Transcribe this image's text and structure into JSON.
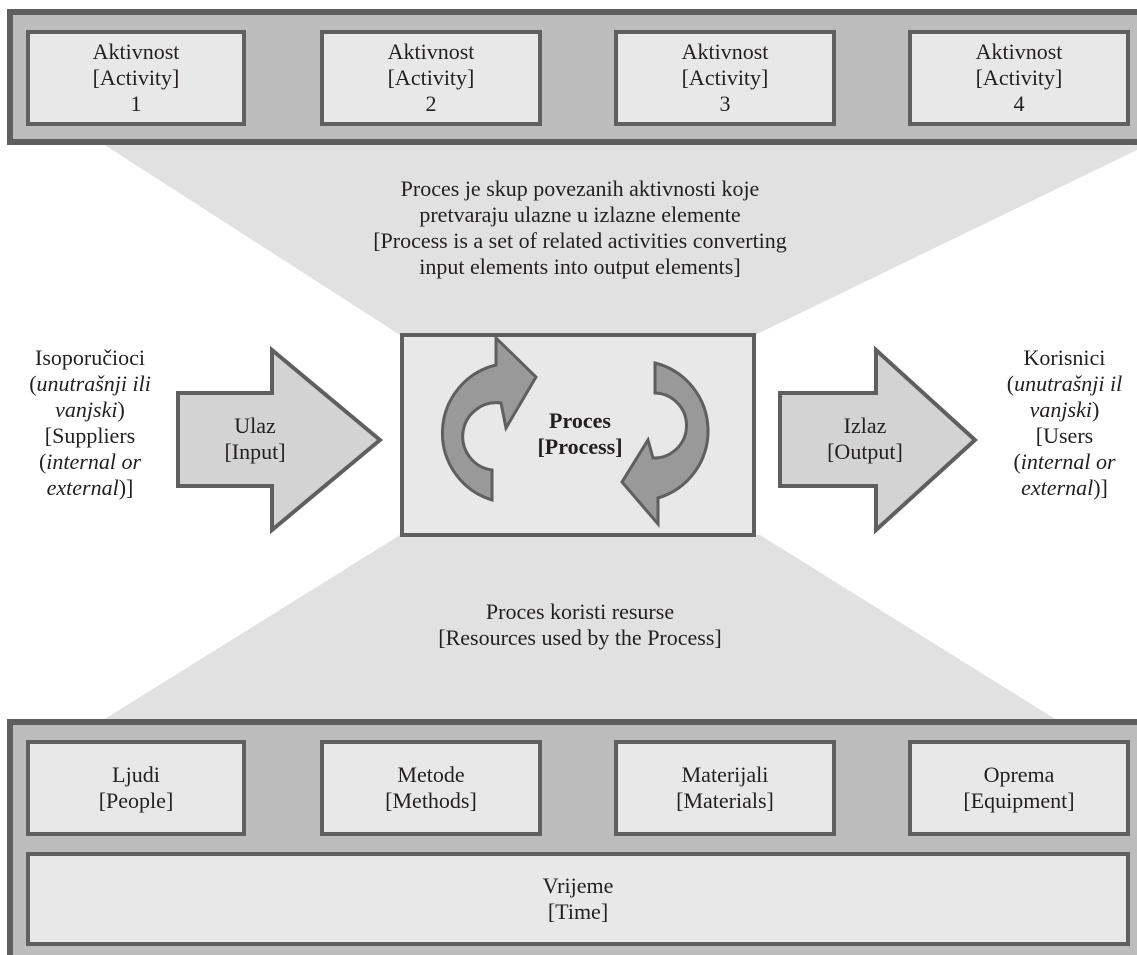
{
  "activities": [
    {
      "title": "Aktivnost",
      "english": "[Activity]",
      "number": "1"
    },
    {
      "title": "Aktivnost",
      "english": "[Activity]",
      "number": "2"
    },
    {
      "title": "Aktivnost",
      "english": "[Activity]",
      "number": "3"
    },
    {
      "title": "Aktivnost",
      "english": "[Activity]",
      "number": "4"
    }
  ],
  "process_definition": [
    "Proces je skup povezanih aktivnosti koje",
    "pretvaraju ulazne u izlazne elemente",
    "[Process is a set of related activities converting",
    "input elements into output elements]"
  ],
  "suppliers": {
    "line1": "Isoporučioci",
    "line2_italic": "unutrašnji ili",
    "line3_italic": "vanjski",
    "line4": "[Suppliers",
    "line5_italic": "internal or",
    "line6_italic": "external"
  },
  "users": {
    "line1": "Korisnici",
    "line2_italic": "unutrašnji il",
    "line3_italic": "vanjski",
    "line4": "[Users",
    "line5_italic": "internal or",
    "line6_italic": "external"
  },
  "input_arrow": {
    "label": "Ulaz",
    "english": "[Input]"
  },
  "output_arrow": {
    "label": "Izlaz",
    "english": "[Output]"
  },
  "process": {
    "label": "Proces",
    "english": "[Process]"
  },
  "resources_caption": [
    "Proces koristi resurse",
    "[Resources used by the Process]"
  ],
  "resources": [
    {
      "label": "Ljudi",
      "english": "[People]"
    },
    {
      "label": "Metode",
      "english": "[Methods]"
    },
    {
      "label": "Materijali",
      "english": "[Materials]"
    },
    {
      "label": "Oprema",
      "english": "[Equipment]"
    }
  ],
  "time": {
    "label": "Vrijeme",
    "english": "[Time]"
  },
  "colors": {
    "border": "#5f5f5f",
    "box_fill": "#e8e8e8",
    "band_fill": "#bcbcbc",
    "funnel_fill": "#e1e1e1",
    "arrow_fill": "#d3d3d3",
    "cycle_fill": "#999999",
    "text": "#231f20"
  }
}
